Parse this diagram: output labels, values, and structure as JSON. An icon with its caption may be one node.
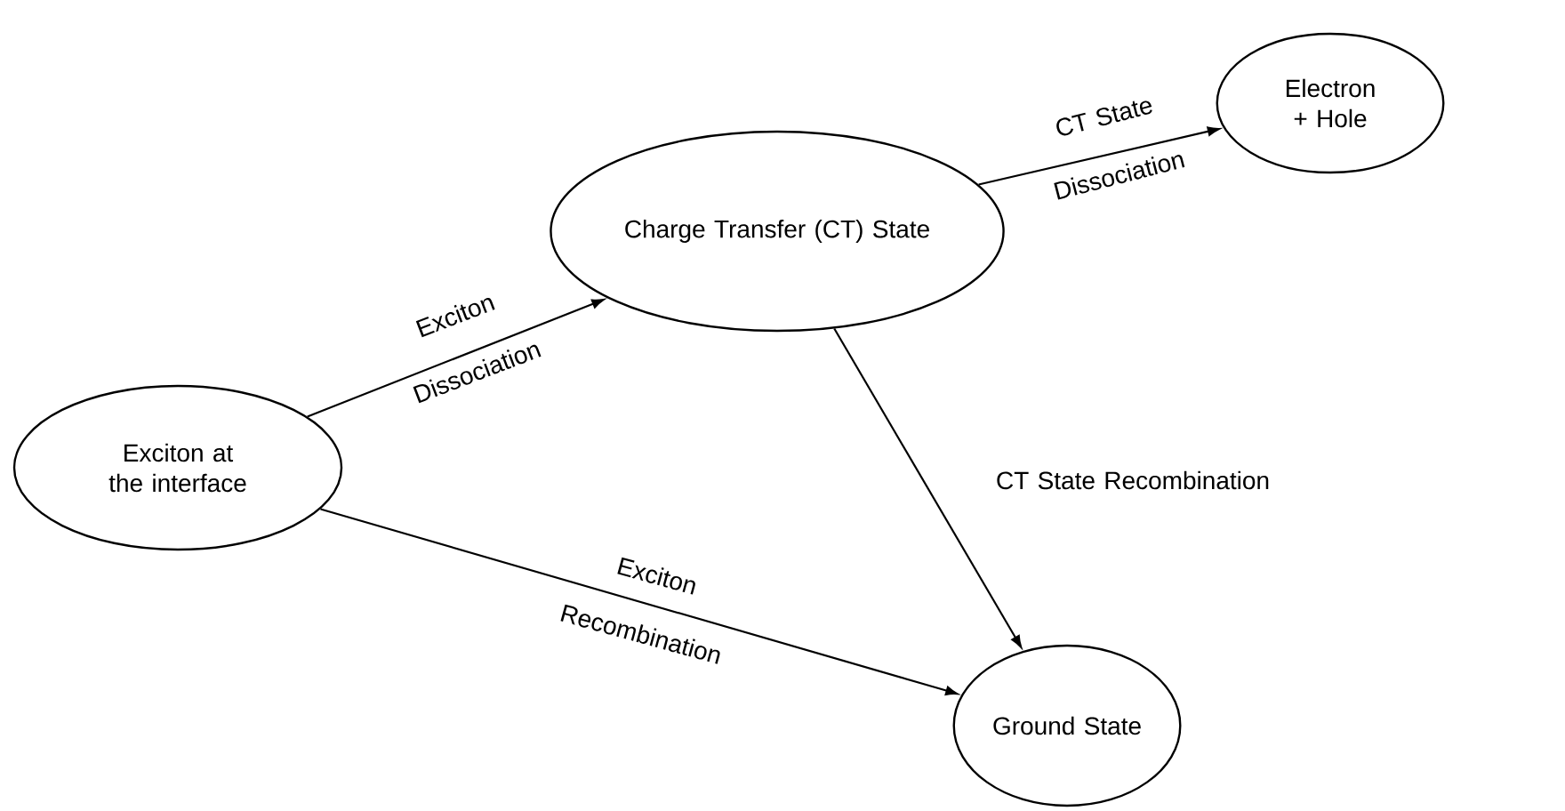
{
  "diagram": {
    "nodes": [
      {
        "text": [
          "Exciton at the interface"
        ]
      },
      {
        "text": [
          "Charge Transfer (CT) State"
        ]
      },
      {
        "text": [
          "Electron + Hole"
        ]
      },
      {
        "text": [
          "Ground State"
        ]
      }
    ],
    "edges": [
      {
        "from": 0,
        "to": 1,
        "arrow": "to",
        "label": "Exciton Dissociation"
      },
      {
        "from": 1,
        "to": 2,
        "arrow": "to",
        "label": "CT State Dissociation"
      },
      {
        "from": 1,
        "to": 3,
        "arrow": "to",
        "label": "CT State Recombination"
      },
      {
        "from": 0,
        "to": 3,
        "arrow": "to",
        "label": "Exciton Recombination"
      }
    ]
  }
}
